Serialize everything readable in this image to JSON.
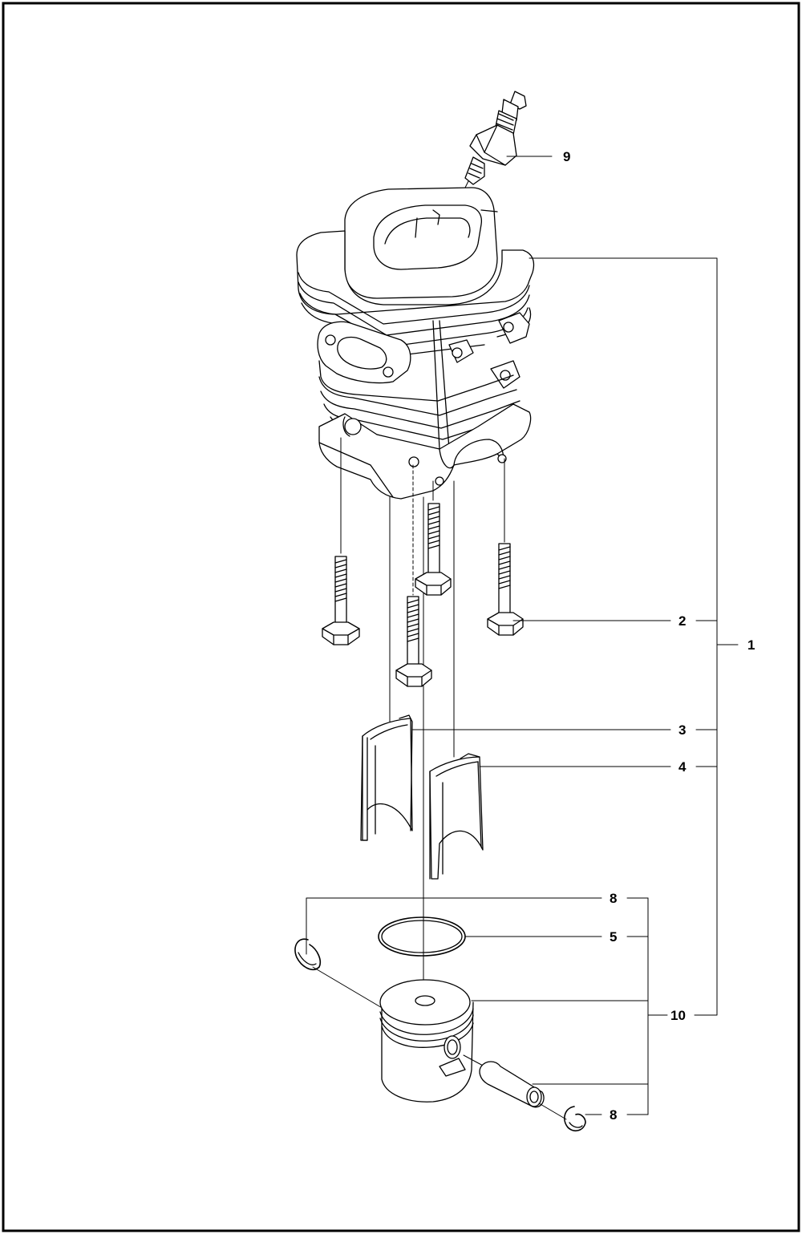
{
  "diagram": {
    "callouts": [
      {
        "id": "c9",
        "text": "9"
      },
      {
        "id": "c1",
        "text": "1"
      },
      {
        "id": "c2",
        "text": "2"
      },
      {
        "id": "c3",
        "text": "3"
      },
      {
        "id": "c4",
        "text": "4"
      },
      {
        "id": "c8a",
        "text": "8"
      },
      {
        "id": "c5",
        "text": "5"
      },
      {
        "id": "c10",
        "text": "10"
      },
      {
        "id": "c8b",
        "text": "8"
      }
    ],
    "parts": [
      "spark-plug",
      "cylinder",
      "cylinder-bolt",
      "cylinder-bolt",
      "cylinder-bolt",
      "cylinder-bolt",
      "crankcase-half-left",
      "crankcase-half-right",
      "retaining-ring",
      "piston-ring",
      "piston",
      "piston-pin",
      "retaining-ring"
    ]
  }
}
